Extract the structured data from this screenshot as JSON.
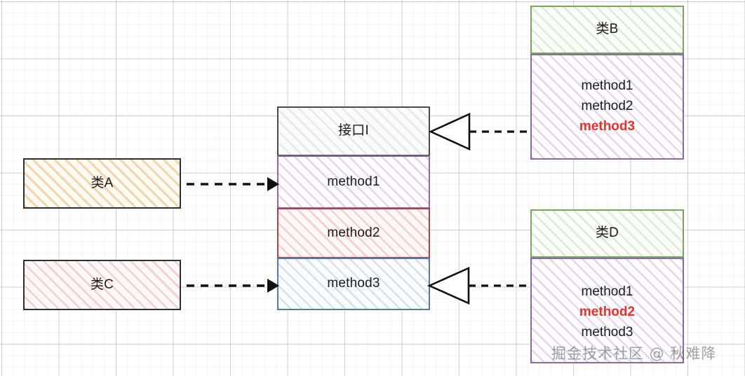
{
  "diagram": {
    "type": "uml-class-interface-segregation",
    "interface": {
      "name": "接口I",
      "rows": [
        {
          "label": "method1"
        },
        {
          "label": "method2"
        },
        {
          "label": "method3"
        }
      ]
    },
    "left_classes": [
      {
        "name": "类A",
        "fill": "#fdf6e7",
        "stroke": "#2f2f2f"
      },
      {
        "name": "类C",
        "fill": "#fdf1f1",
        "stroke": "#2f2f2f"
      }
    ],
    "right_classes": [
      {
        "name": "类B",
        "header_stroke": "#7aa55f",
        "body_stroke": "#8a6aa3",
        "methods": [
          {
            "label": "method1",
            "highlight": false
          },
          {
            "label": "method2",
            "highlight": false
          },
          {
            "label": "method3",
            "highlight": true
          }
        ]
      },
      {
        "name": "类D",
        "header_stroke": "#7aa55f",
        "body_stroke": "#8a6aa3",
        "methods": [
          {
            "label": "method1",
            "highlight": false
          },
          {
            "label": "method2",
            "highlight": true
          },
          {
            "label": "method3",
            "highlight": false
          }
        ]
      }
    ],
    "connectors": [
      {
        "name": "类A-uses-method1",
        "style": "dashed-arrow",
        "direction": "right"
      },
      {
        "name": "类C-uses-method3",
        "style": "dashed-arrow",
        "direction": "right"
      },
      {
        "name": "类B-implements-接口I",
        "style": "dashed-hollow-triangle",
        "direction": "left"
      },
      {
        "name": "类D-implements-接口I",
        "style": "dashed-hollow-triangle",
        "direction": "left"
      }
    ],
    "colors": {
      "highlight_red": "#e8322b",
      "interface_header_stroke": "#4a4a4a",
      "method1_stroke": "#8a6aa3",
      "method2_stroke": "#b0414a",
      "method3_stroke": "#5878a8",
      "grid": "#c9ced8"
    },
    "watermark": "掘金技术社区 @ 秋难降"
  }
}
